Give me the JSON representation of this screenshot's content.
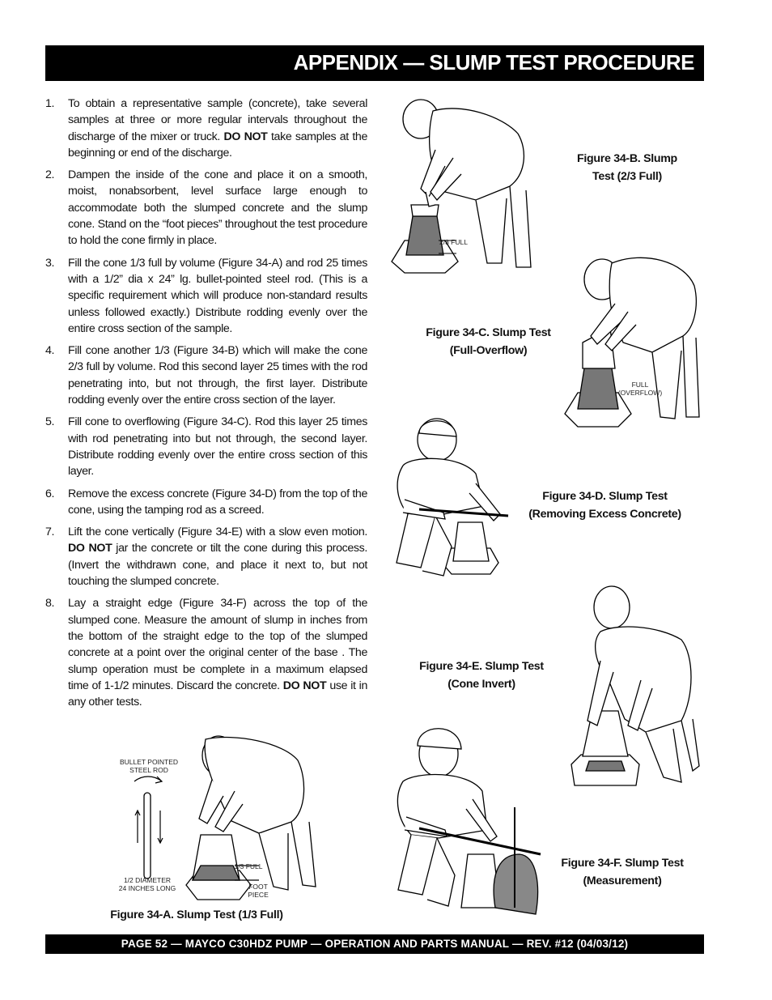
{
  "header": {
    "title": "APPENDIX — SLUMP TEST PROCEDURE"
  },
  "steps": [
    {
      "num": "1.",
      "text_before": "To obtain a representative sample (concrete), take several samples at three or more regular intervals throughout the discharge of the mixer or truck. ",
      "bold": "DO NOT",
      "text_after": " take samples at the beginning or end of the discharge."
    },
    {
      "num": "2.",
      "text_before": "Dampen the inside of the cone and place it on a smooth, moist, nonabsorbent, level surface large enough to accommodate both the slumped concrete and the slump cone. Stand on the “foot pieces” throughout the test procedure to hold the cone firmly in place.",
      "bold": "",
      "text_after": ""
    },
    {
      "num": "3.",
      "text_before": "Fill the cone 1/3 full by volume (Figure 34-A) and rod 25 times with a 1/2” dia x 24” lg. bullet-pointed steel rod. (This is a specific requirement which will produce non-standard results unless followed exactly.) Distribute rodding evenly over the entire cross section of the sample.",
      "bold": "",
      "text_after": ""
    },
    {
      "num": "4.",
      "text_before": " Fill cone another 1/3 (Figure 34-B) which will make the cone 2/3 full by volume. Rod this second layer 25 times with the rod penetrating into, but not through, the first layer. Distribute rodding evenly over the entire cross section of the layer.",
      "bold": "",
      "text_after": ""
    },
    {
      "num": "5.",
      "text_before": " Fill cone to overflowing (Figure 34-C). Rod this layer 25 times with rod penetrating into but not through, the second layer. Distribute rodding evenly over the entire cross section of this layer.",
      "bold": "",
      "text_after": ""
    },
    {
      "num": "6.",
      "text_before": "Remove the excess concrete (Figure 34-D) from the top of the cone, using the tamping rod as a screed.",
      "bold": "",
      "text_after": ""
    },
    {
      "num": "7.",
      "text_before": "Lift the cone vertically (Figure 34-E) with a slow even motion. ",
      "bold": "DO NOT",
      "text_after": " jar the concrete or tilt the cone during this process. (Invert the withdrawn cone, and place it next to, but not touching the slumped concrete."
    },
    {
      "num": "8.",
      "text_before": "Lay a straight edge (Figure 34-F) across the top  of the slumped cone. Measure the amount of slump in inches from the bottom of the straight edge to the top of the slumped concrete at a point over the original center of the base . The slump operation must be complete in a maximum elapsed time of 1-1/2 minutes. Discard the concrete. ",
      "bold": "DO NOT",
      "text_after": " use it in any other tests."
    }
  ],
  "figures": {
    "a": {
      "caption": "Figure 34-A.  Slump Test (1/3 Full)",
      "rod_label": "BULLET POINTED\nSTEEL ROD",
      "diameter_label": "1/2 DIAMETER\n24 INCHES LONG",
      "fill_label": "1/3 FULL",
      "foot_label": "FOOT\nPIECE"
    },
    "b": {
      "caption": "Figure 34-B.  Slump\nTest (2/3 Full)",
      "fill_label": "2/3 FULL"
    },
    "c": {
      "caption": "Figure 34-C.  Slump Test\n(Full-Overflow)",
      "fill_label": "FULL\n(OVERFLOW)"
    },
    "d": {
      "caption": "Figure 34-D.  Slump Test\n(Removing Excess Concrete)"
    },
    "e": {
      "caption": "Figure 34-E.  Slump Test\n(Cone Invert)"
    },
    "f": {
      "caption": "Figure 34-F.  Slump Test\n(Measurement)"
    }
  },
  "footer": {
    "text": "PAGE 52 — MAYCO C30HDZ PUMP — OPERATION AND PARTS MANUAL — REV. #12 (04/03/12)"
  }
}
